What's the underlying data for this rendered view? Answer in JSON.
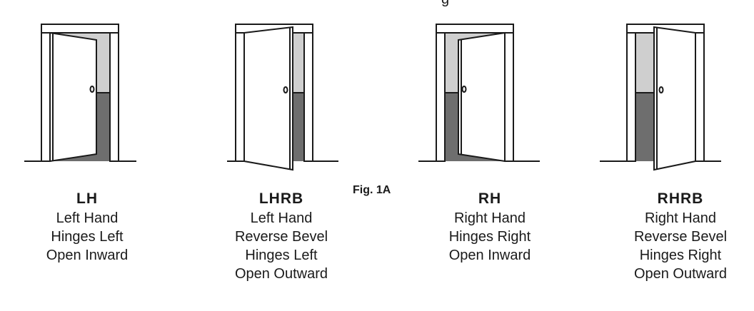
{
  "figure": {
    "caption": "Fig. 1A",
    "top_partial_text": "g"
  },
  "colors": {
    "stroke": "#1a1a1a",
    "light_gray": "#cfcfcf",
    "dark_gray": "#6e6e6e",
    "background": "#ffffff"
  },
  "doors": [
    {
      "code": "LH",
      "lines": [
        "Left Hand",
        "Hinges Left",
        "Open Inward"
      ],
      "hinge_side": "left",
      "opening": "inward"
    },
    {
      "code": "LHRB",
      "lines": [
        "Left Hand",
        "Reverse Bevel",
        "Hinges Left",
        "Open Outward"
      ],
      "hinge_side": "left",
      "opening": "outward"
    },
    {
      "code": "RH",
      "lines": [
        "Right Hand",
        "Hinges Right",
        "Open Inward"
      ],
      "hinge_side": "right",
      "opening": "inward"
    },
    {
      "code": "RHRB",
      "lines": [
        "Right Hand",
        "Reverse Bevel",
        "Hinges Right",
        "Open Outward"
      ],
      "hinge_side": "right",
      "opening": "outward"
    }
  ]
}
